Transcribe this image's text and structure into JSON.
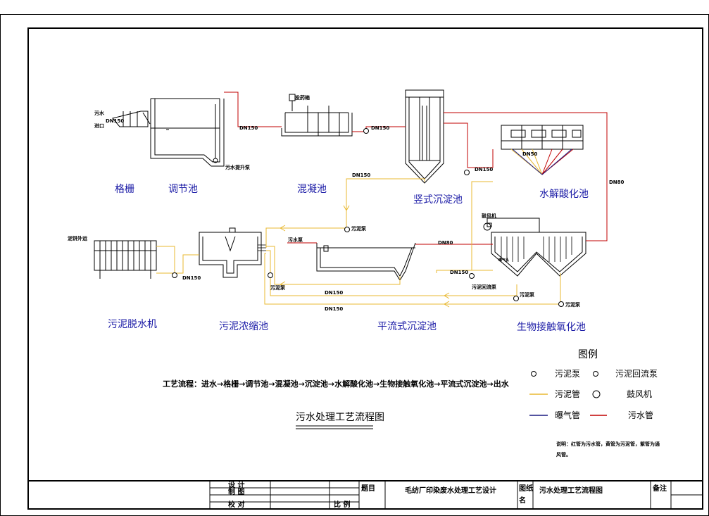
{
  "units": {
    "grille": "格栅",
    "regulating": "调节池",
    "coagulation": "混凝池",
    "vertical_settler": "竖式沉淀池",
    "hydrolysis": "水解酸化池",
    "sludge_dewater": "污泥脱水机",
    "sludge_thicken": "污泥浓缩池",
    "horizontal_settler": "平流式沉淀池",
    "bio_contact": "生物接触氧化池"
  },
  "small_labels": {
    "wastewater_inlet_1": "污水",
    "wastewater_inlet_2": "进口",
    "dn150_a": "DN150",
    "dn150_b": "DN150",
    "dn150_c": "DN150",
    "dn150_d": "DN150",
    "dn150_e": "DN150",
    "dn150_f": "DN150",
    "dn150_g": "DN150",
    "dn150_h": "DN150",
    "dn150_i": "DN150",
    "dn50": "DN50",
    "dn80_a": "DN80",
    "dn80_b": "DN80",
    "lift_pump": "污水提升泵",
    "dosing_box": "投药箱",
    "sludge_pump_a": "污泥泵",
    "sludge_pump_b": "污泥泵",
    "sludge_pump_c": "污泥泵",
    "sludge_pump_d": "污泥泵",
    "return_pump": "污泥回流泵",
    "blower": "鼓风机",
    "wastewater_pump": "污水泵",
    "sludge_outward": "泥饼外运",
    "aeration_head": "曝气头"
  },
  "process": "工艺流程：进水→格栅→调节池→混凝池→沉淀池→水解酸化池→生物接触氧化池→平流式沉淀池→出水",
  "diagram_title": "污水处理工艺流程图",
  "legend": {
    "title": "图例",
    "items": [
      "污泥泵",
      "污泥回流泵",
      "污泥管",
      "鼓风机",
      "曝气管",
      "污水管"
    ],
    "note_1": "说明：红管为污水管，黄管为污泥管，紫管为通",
    "note_2": "风管。"
  },
  "title_block": {
    "design": "设  计",
    "draw": "制  图",
    "check": "校  对",
    "scale": "比 例",
    "subject_label": "题目",
    "subject": "毛纺厂印染废水处理工艺设计",
    "drawing_name_label_1": "图纸",
    "drawing_name_label_2": "名",
    "drawing_name": "污水处理工艺流程图",
    "remarks": "备注"
  },
  "colors": {
    "wastewater_pipe": "#c00000",
    "sludge_pipe": "#e8b830",
    "aeration_pipe": "#1a1a80",
    "label": "#1a1aa6"
  }
}
